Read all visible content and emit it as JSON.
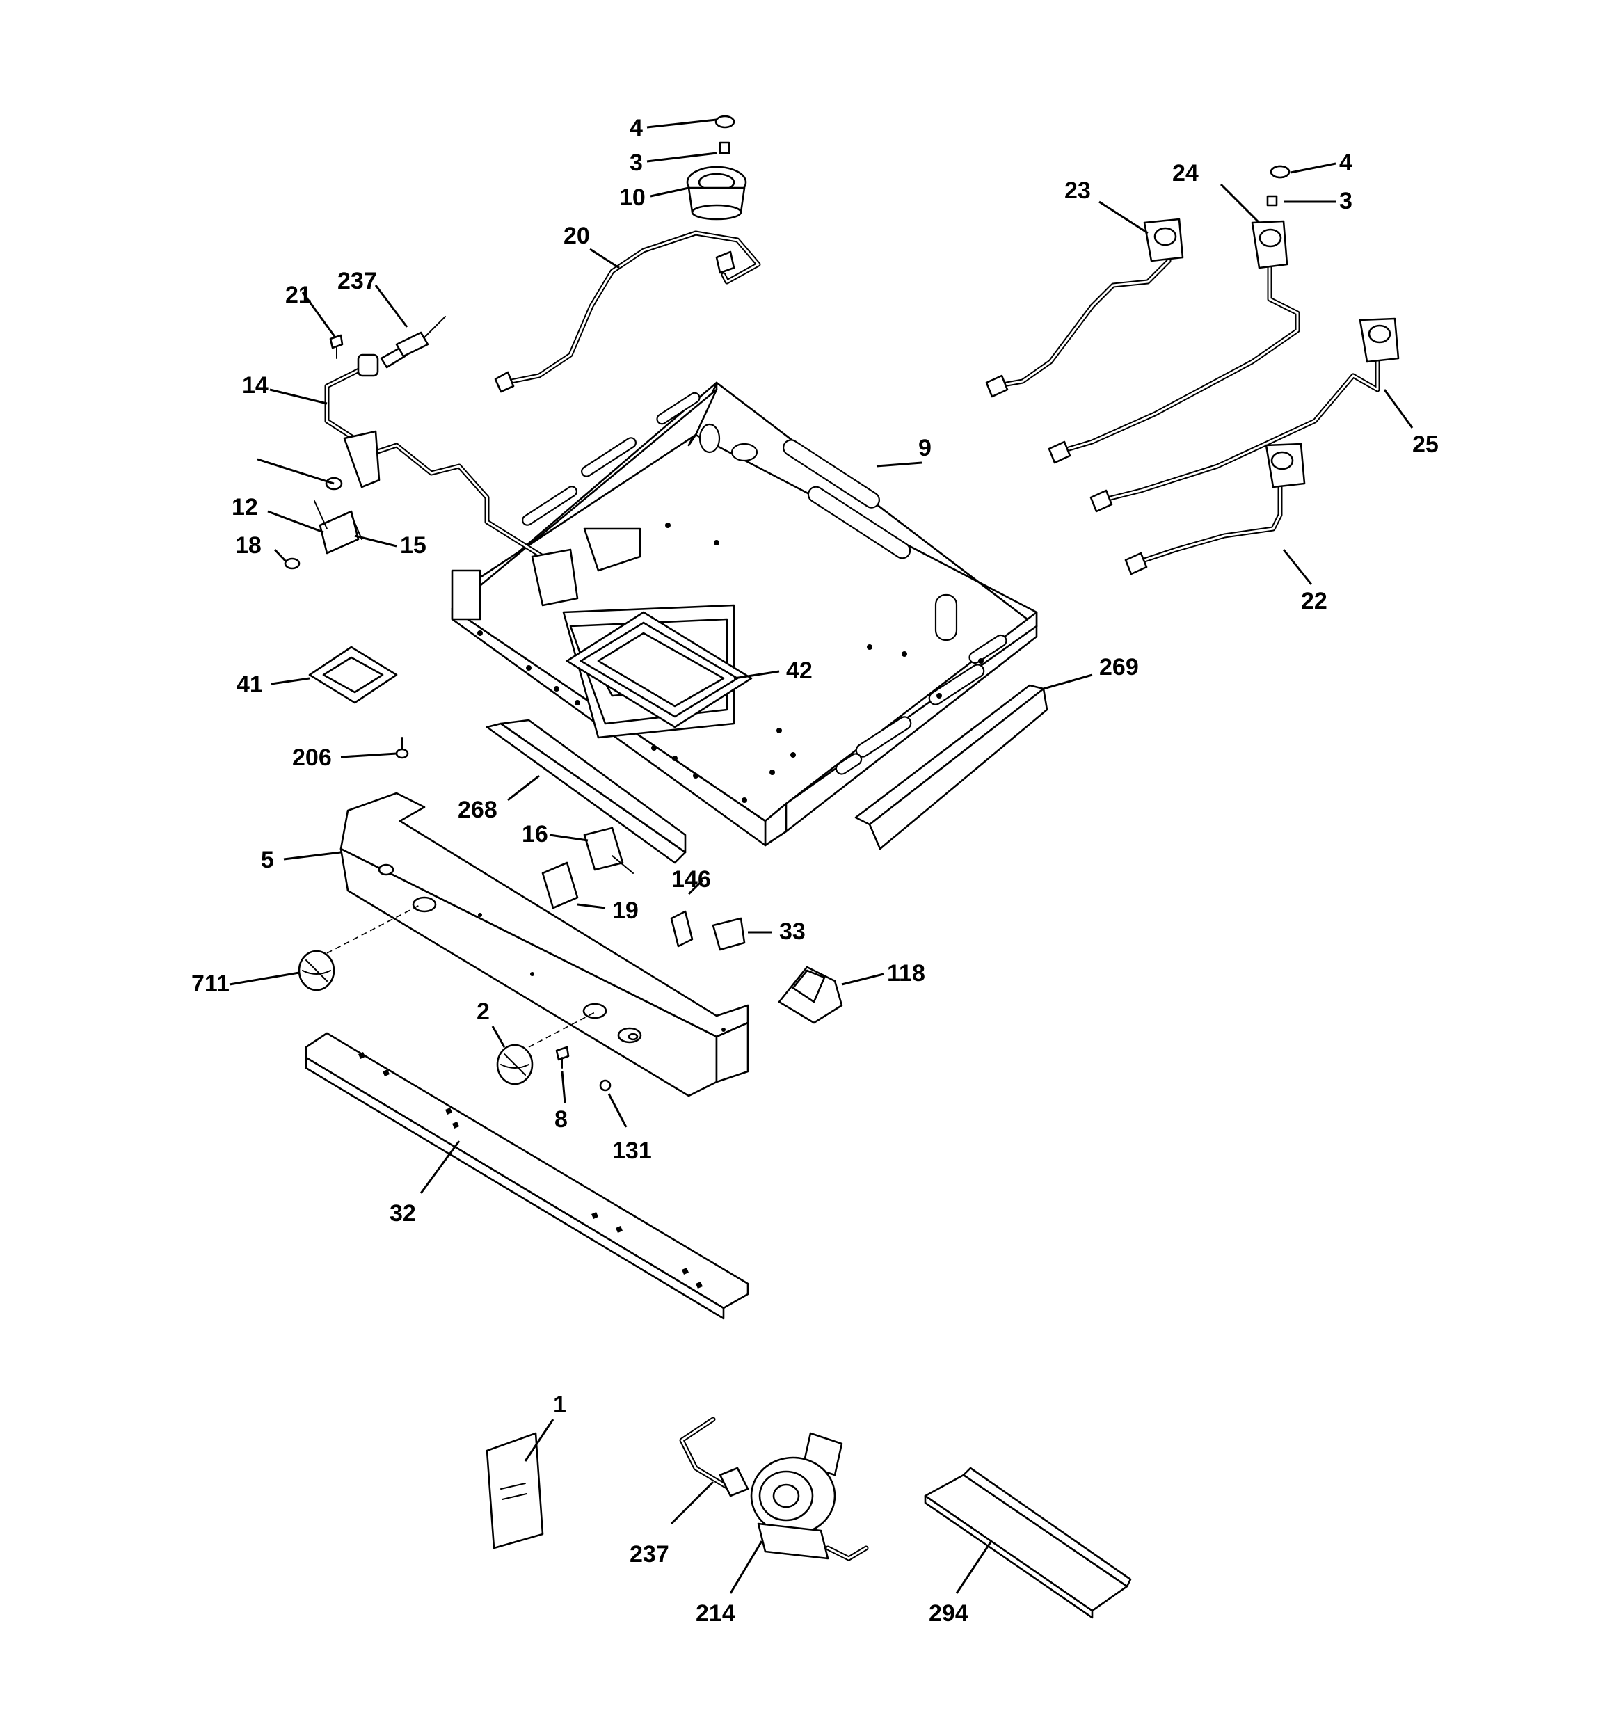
{
  "callouts": {
    "c1": "1",
    "c2": "2",
    "c3a": "3",
    "c3b": "3",
    "c4a": "4",
    "c4b": "4",
    "c5": "5",
    "c8": "8",
    "c9": "9",
    "c10": "10",
    "c12": "12",
    "c14": "14",
    "c15": "15",
    "c16": "16",
    "c18": "18",
    "c19": "19",
    "c20": "20",
    "c21": "21",
    "c22": "22",
    "c23": "23",
    "c24": "24",
    "c25": "25",
    "c32": "32",
    "c33": "33",
    "c41": "41",
    "c42": "42",
    "c118": "118",
    "c131": "131",
    "c146": "146",
    "c206": "206",
    "c214": "214",
    "c237a": "237",
    "c237b": "237",
    "c268": "268",
    "c269": "269",
    "c294": "294",
    "c711": "711"
  }
}
